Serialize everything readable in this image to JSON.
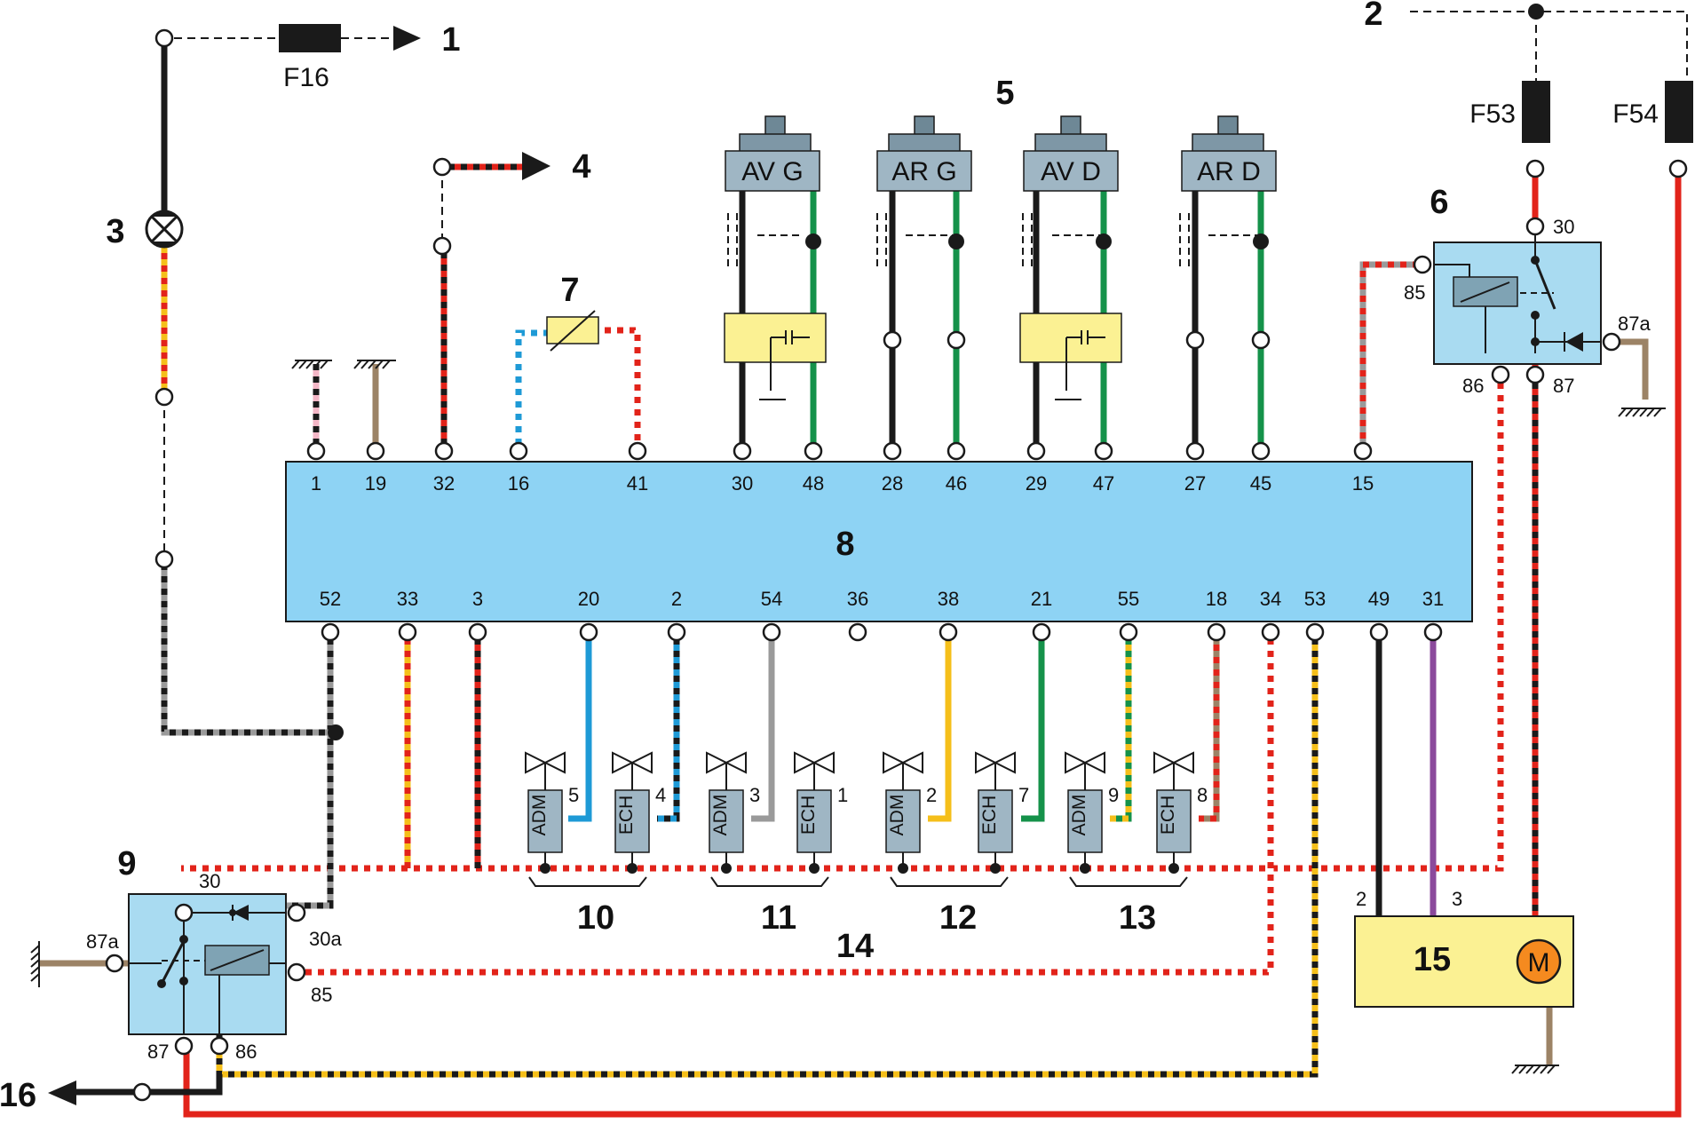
{
  "diagram": {
    "callouts": {
      "c1": "1",
      "c2": "2",
      "c3": "3",
      "c4": "4",
      "c5": "5",
      "c6": "6",
      "c7": "7",
      "c8": "8",
      "c9": "9",
      "c10": "10",
      "c11": "11",
      "c12": "12",
      "c13": "13",
      "c14": "14",
      "c15": "15",
      "c16": "16"
    },
    "fuses": {
      "f16": "F16",
      "f53": "F53",
      "f54": "F54"
    },
    "sensors": [
      "AV G",
      "AR G",
      "AV D",
      "AR D"
    ],
    "ecu_top_pins": [
      "1",
      "19",
      "32",
      "16",
      "41",
      "30",
      "48",
      "28",
      "46",
      "29",
      "47",
      "27",
      "45",
      "15"
    ],
    "ecu_bottom_pins": [
      "52",
      "33",
      "3",
      "20",
      "2",
      "54",
      "36",
      "38",
      "21",
      "55",
      "18",
      "34",
      "53",
      "49",
      "31"
    ],
    "relay6_pins": {
      "p30": "30",
      "p85": "85",
      "p86": "86",
      "p87": "87",
      "p87a": "87a"
    },
    "relay9_pins": {
      "p30": "30",
      "p30a": "30a",
      "p85": "85",
      "p86": "86",
      "p87": "87",
      "p87a": "87a"
    },
    "valves": [
      {
        "label": "ADM",
        "num": "5"
      },
      {
        "label": "ECH",
        "num": "4"
      },
      {
        "label": "ADM",
        "num": "3"
      },
      {
        "label": "ECH",
        "num": "1"
      },
      {
        "label": "ADM",
        "num": "2"
      },
      {
        "label": "ECH",
        "num": "7"
      },
      {
        "label": "ADM",
        "num": "9"
      },
      {
        "label": "ECH",
        "num": "8"
      }
    ],
    "pump": {
      "pin2": "2",
      "pin3": "3",
      "motor": "M"
    }
  },
  "colors": {
    "ecu_fill": "#8ed3f4",
    "relay_fill": "#a9dbf1",
    "sensor_fill": "#9fb6c4",
    "yellow_fill": "#fbf193",
    "wire_black": "#1a1a1a",
    "wire_red": "#e2231a",
    "wire_green": "#15924a",
    "wire_blue": "#1e9ad6",
    "wire_brown": "#9c8366",
    "wire_gray": "#9a9a9a",
    "wire_yellow": "#f5bf1a",
    "wire_violet": "#8b4a9c",
    "motor_fill": "#f58a1f"
  }
}
